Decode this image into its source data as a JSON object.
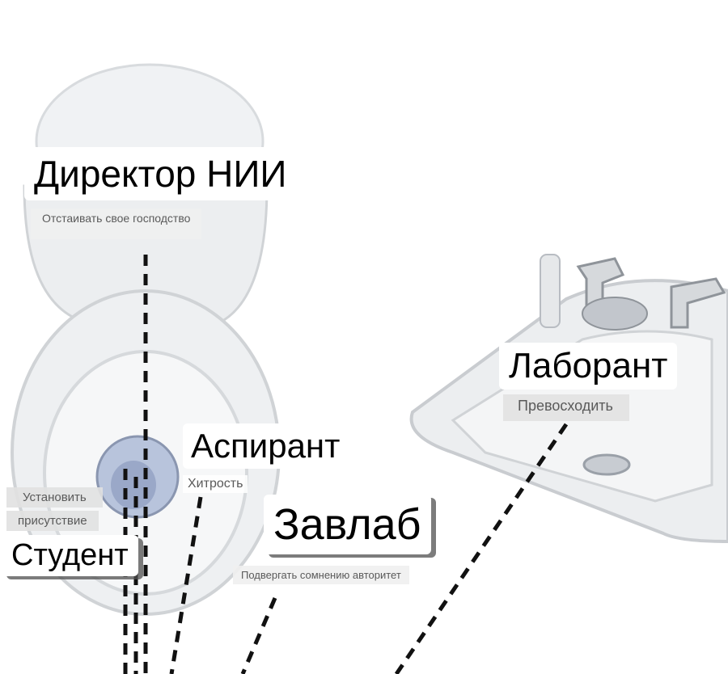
{
  "labels": {
    "director": {
      "title": "Директор НИИ",
      "subtitle": "Отстаивать свое господство"
    },
    "laborant": {
      "title": "Лаборант",
      "subtitle": "Превосходить"
    },
    "aspirant": {
      "title": "Аспирант",
      "subtitle": "Хитрость"
    },
    "zavlab": {
      "title": "Завлаб",
      "subtitle": "Подвергать сомнению авторитет"
    },
    "student": {
      "title": "Студент",
      "subtitle_line1": "Установить",
      "subtitle_line2": "присутствие"
    }
  },
  "colors": {
    "porcelain": "#e9ecef",
    "line": "#111111",
    "label_bg": "#ffffff"
  }
}
